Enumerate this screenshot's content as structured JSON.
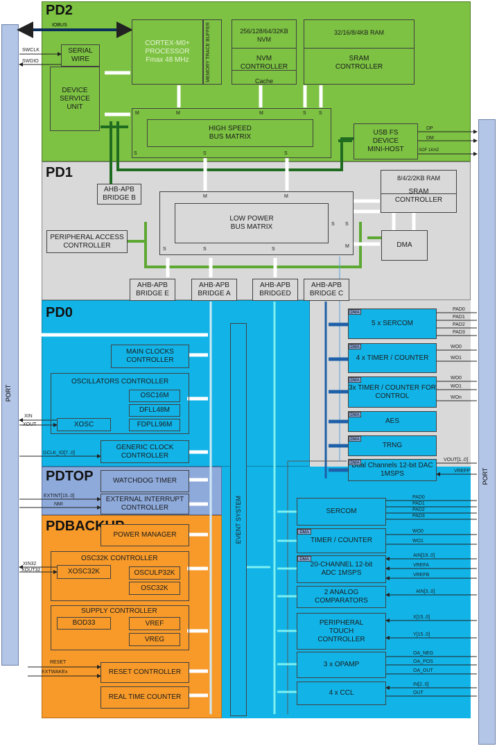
{
  "domains": {
    "pd2": "PD2",
    "pd1": "PD1",
    "pd0": "PD0",
    "pdtop": "PDTOP",
    "pdbackup": "PDBACKUP"
  },
  "ports": {
    "left": "PORT",
    "right": "PORT"
  },
  "pd2": {
    "iobus": "IOBUS",
    "swclk": "SWCLK",
    "swdio": "SWDIO",
    "serial_wire": "SERIAL WIRE",
    "dsu": "DEVICE SERVICE UNIT",
    "cortex": [
      "CORTEX-M0+",
      "PROCESSOR",
      "Fmax 48 MHz"
    ],
    "mtb": "MEMORY TRACE BUFFER",
    "nvm_size": "256/128/64/32KB NVM",
    "nvm_ctrl": "NVM CONTROLLER",
    "cache": "Cache",
    "ram_size": "32/16/8/4KB RAM",
    "sram_ctrl": "SRAM CONTROLLER",
    "hsbus": "HIGH SPEED BUS MATRIX",
    "usb": [
      "USB FS",
      "DEVICE",
      "MINI-HOST"
    ],
    "usb_sigs": [
      "DP",
      "DM",
      "SOF 1KHZ"
    ]
  },
  "pd1": {
    "ahb_b": "AHB-APB BRIDGE B",
    "lpram_size": "8/4/2/2KB RAM",
    "lpsram_ctrl": "SRAM CONTROLLER",
    "lpbus": "LOW POWER BUS MATRIX",
    "pac": "PERIPHERAL ACCESS CONTROLLER",
    "dma": "DMA",
    "ahb_e": "AHB-APB BRIDGE E",
    "ahb_a": "AHB-APB BRIDGE A",
    "ahb_d": "AHB-APB BRIDGED",
    "ahb_c": "AHB-APB BRIDGE C"
  },
  "pd0": {
    "main_clocks": "MAIN CLOCKS CONTROLLER",
    "osc_ctrl": "OSCILLATORS CONTROLLER",
    "osc16m": "OSC16M",
    "dfll48m": "DFLL48M",
    "fdpll96m": "FDPLL96M",
    "xosc": "XOSC",
    "xin": "XIN",
    "xout": "XOUT",
    "gclk": "GENERIC CLOCK CONTROLLER",
    "gclk_io": "GCLK_IO[7..0]",
    "event_system": "EVENT SYSTEM",
    "sercom5": "5 x SERCOM",
    "tc4": "4 x TIMER / COUNTER",
    "tcc3": "3x TIMER / COUNTER FOR CONTROL",
    "aes": "AES",
    "trng": "TRNG",
    "dac": "Dual Channels 12-bit DAC 1MSPS",
    "sercom_pads": [
      "PAD0",
      "PAD1",
      "PAD2",
      "PAD3"
    ],
    "tc_wo": [
      "WO0",
      "WO1"
    ],
    "tcc_wo": [
      "WO0",
      "WO1",
      "WOn"
    ],
    "dac_sigs": [
      "VOUT[1..0]",
      "VREFP"
    ],
    "dma_tag": "DMA"
  },
  "pdtop": {
    "wdt": "WATCHDOG TIMER",
    "eic": "EXTERNAL INTERRUPT CONTROLLER",
    "extint": "EXTINT[15..0]",
    "nmi": "NMI"
  },
  "pdbackup": {
    "pm": "POWER MANAGER",
    "osc32k_ctrl": "OSC32K CONTROLLER",
    "xosc32k": "XOSC32K",
    "osculp32k": "OSCULP32K",
    "osc32k": "OSC32K",
    "xin32": "XIN32",
    "xout32": "XOUT32",
    "supply": "SUPPLY CONTROLLER",
    "bod33": "BOD33",
    "vref": "VREF",
    "vreg": "VREG",
    "rstc": "RESET CONTROLLER",
    "reset": "RESET",
    "extwake": "EXTWAKEx",
    "rtc": "REAL TIME COUNTER"
  },
  "lp_periph": {
    "sercom": "SERCOM",
    "sercom_pads": [
      "PAD0",
      "PAD1",
      "PAD2",
      "PAD3"
    ],
    "tc": "TIMER / COUNTER",
    "tc_wo": [
      "WO0",
      "WO1"
    ],
    "adc": "20-CHANNEL 12-bit ADC 1MSPS",
    "adc_sigs": [
      "AIN[19..0]",
      "VREFA",
      "VREFB"
    ],
    "ac": "2 ANALOG COMPARATORS",
    "ac_sig": "AIN[3..0]",
    "ptc": "PERIPHERAL TOUCH CONTROLLER",
    "ptc_sigs": [
      "X[15..0]",
      "Y[15..0]"
    ],
    "opamp": "3 x OPAMP",
    "opamp_sigs": [
      "OA_NEG",
      "OA_POS",
      "OA_OUT"
    ],
    "ccl": "4 x CCL",
    "ccl_sigs": [
      "IN[2..0]",
      "OUT"
    ]
  },
  "colors": {
    "pd2": "#7dc243",
    "pd1": "#d9d9d9",
    "pd0": "#12b4e8",
    "pdtop": "#8eaadb",
    "pdbackup": "#f79a2a",
    "port": "#b4c6e7"
  }
}
